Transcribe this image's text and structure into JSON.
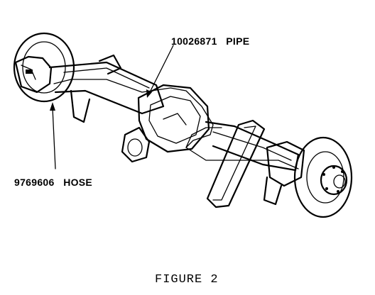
{
  "figure": {
    "caption": "FIGURE 2",
    "callouts": [
      {
        "part_number": "10026871",
        "name": "PIPE"
      },
      {
        "part_number": "9769606",
        "name": "HOSE"
      }
    ]
  }
}
